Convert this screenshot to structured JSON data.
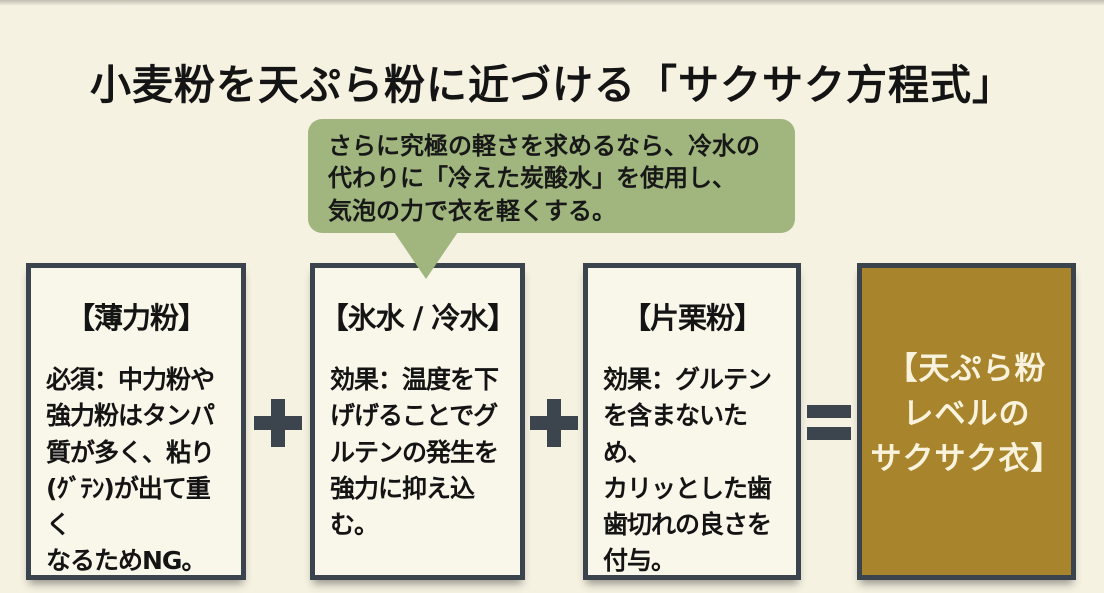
{
  "title": "小麦粉を天ぷら粉に近づける「サクサク方程式」",
  "callout": {
    "text": "さらに究極の軽さを求めるなら、冷水の\n代わりに「冷えた炭酸水」を使用し、\n気泡の力で衣を軽くする。"
  },
  "equation": {
    "boxes": [
      {
        "title": "【薄力粉】",
        "body": "必須：中力粉や\n強力粉はタンパ\n質が多く、粘り\n(ｸﾞﾃﾝ)が出て重く\nなるためNG。"
      },
      {
        "title": "【氷水 / 冷水】",
        "body": "効果：温度を下\nげげることでグ\nルテンの発生を\n強力に抑え込む。"
      },
      {
        "title": "【片栗粉】",
        "body": "効果：グルテン\nを含まないため、\nカリッとした歯\n歯切れの良さを\n付与。"
      },
      {
        "title": "【天ぷら粉\nレベルの\nサクサク衣】",
        "body": ""
      }
    ],
    "operators": [
      "+",
      "+",
      "="
    ]
  },
  "colors": {
    "background": "#f6f2e2",
    "card_fill": "#f9f6ea",
    "card_border": "#3b444c",
    "callout_green": "#a0b67e",
    "result_brown": "#a8852c",
    "result_text": "#f9f3de",
    "text_dark": "#141414",
    "operator": "#3c454d"
  }
}
